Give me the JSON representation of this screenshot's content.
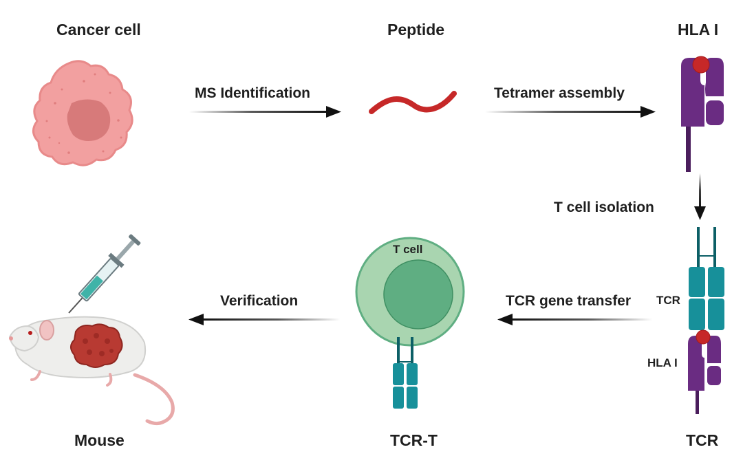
{
  "stages": {
    "cancer_cell": "Cancer cell",
    "peptide": "Peptide",
    "hla_top": "HLA I",
    "tcr_bottom": "TCR",
    "tcr_t": "TCR-T",
    "mouse": "Mouse"
  },
  "steps": {
    "ms_identification": "MS Identification",
    "tetramer_assembly": "Tetramer assembly",
    "t_cell_isolation": "T cell isolation",
    "tcr_gene_transfer": "TCR gene transfer",
    "verification": "Verification"
  },
  "inline_labels": {
    "t_cell": "T cell",
    "tcr": "TCR",
    "hla_complex": "HLA I"
  },
  "colors": {
    "cancer_cell": "#f2a0a0",
    "nucleus": "#d77a7a",
    "peptide": "#c62828",
    "hla": "#6a2c82",
    "tcr": "#17909a",
    "t_cell": "#a9d5b0",
    "t_cell_nucleus": "#5fae82",
    "tumor": "#c0392b",
    "arrow": "#111111"
  }
}
